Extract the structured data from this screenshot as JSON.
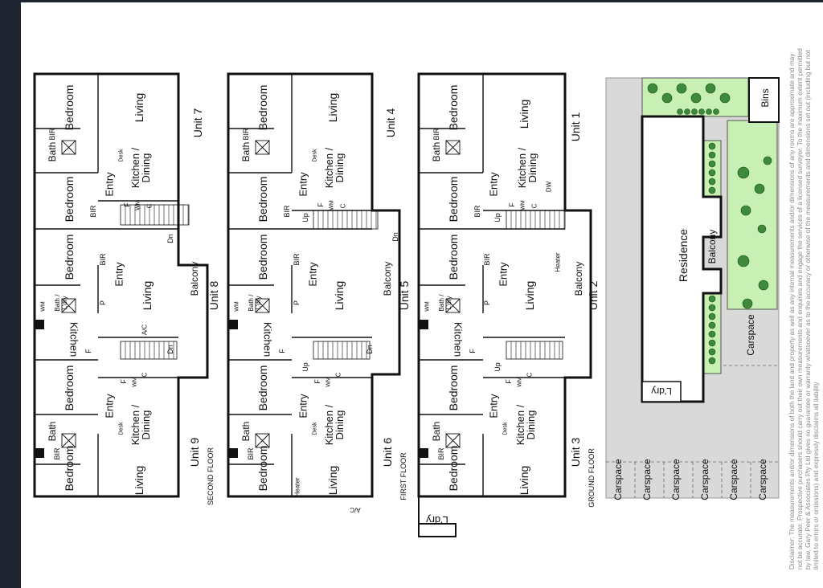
{
  "rooms": {
    "living": "Living",
    "bedroom": "Bedroom",
    "bath": "Bath",
    "bir": "BIR",
    "entry": "Entry",
    "kitchen_dining": "Kitchen / Dining",
    "kitchen": "Kitchen",
    "balcony": "Balcony",
    "desk": "Desk",
    "bath_ldry": "Bath / L'dry",
    "wm": "WM",
    "ldry": "L'dry",
    "heater": "Heater",
    "ac": "A/C",
    "dw": "DW",
    "up": "Up",
    "dn": "Dn",
    "f": "F",
    "c": "C",
    "p": "P"
  },
  "units": {
    "u1": "Unit 1",
    "u2": "Unit 2",
    "u3": "Unit 3",
    "u4": "Unit 4",
    "u5": "Unit 5",
    "u6": "Unit 6",
    "u7": "Unit 7",
    "u8": "Unit 8",
    "u9": "Unit 9"
  },
  "floors": {
    "second": "SECOND FLOOR",
    "first": "FIRST FLOOR",
    "ground": "GROUND FLOOR"
  },
  "site": {
    "residence": "Residence",
    "bins": "Bins",
    "balcony": "Balcony",
    "carspace": "Carspace",
    "ldry": "L'dry"
  },
  "disclaimer": "Disclaimer: The measurements and/or dimensions of both the land and property as well as any internal measurements and/or dimensions of any rooms are approximate and may not be accurate. Prospective purchasers should carry out their own measurements and enquiries and engage the services of a licensed surveyor. To the maximum extent permitted by law, Gary Peer & Associates Pty Ltd gives no guarantee or warranty whatsoever as to the accuracy or otherwise of the measurements and dimensions set out (including but not limited to errors or omissions) and expressly disclaims all liability",
  "colors": {
    "frame": "#1f2530",
    "wall": "#111111",
    "paving": "#d9d9d9",
    "garden": "#c8efb4",
    "shrub": "#3d8a3a"
  }
}
